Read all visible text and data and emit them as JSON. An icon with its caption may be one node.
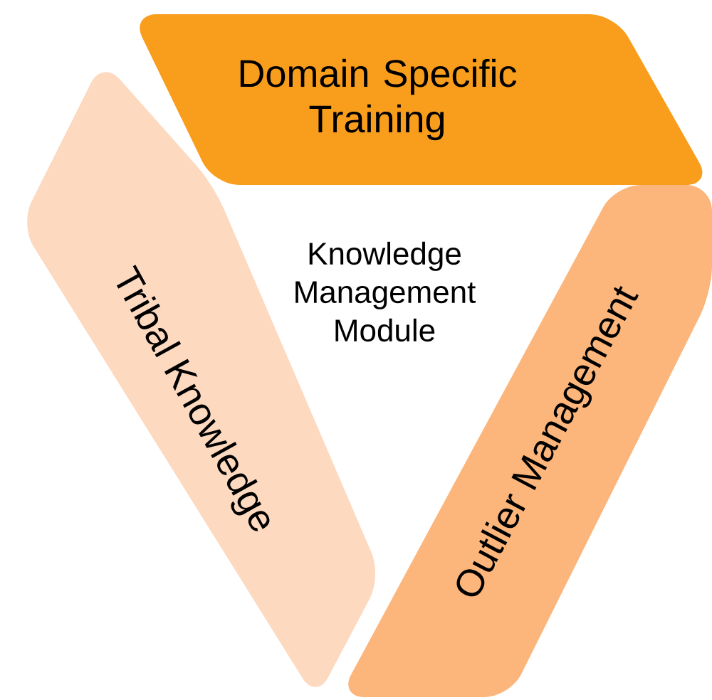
{
  "diagram": {
    "nodes": [
      {
        "text": [
          "Tribal Knowledge"
        ]
      },
      {
        "text": [
          "Domain Specific Training"
        ]
      },
      {
        "text": [
          "Outlier Management"
        ]
      }
    ],
    "labels": [
      "Knowledge Management Module"
    ]
  }
}
